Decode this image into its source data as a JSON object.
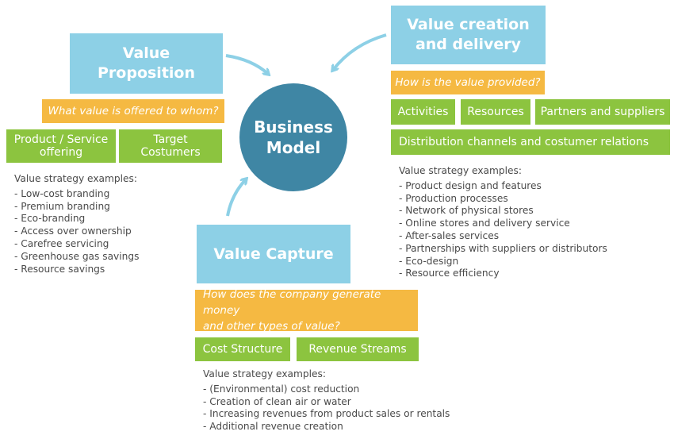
{
  "center": {
    "line1": "Business",
    "line2": "Model"
  },
  "value_proposition": {
    "title_line1": "Value",
    "title_line2": "Proposition",
    "question": "What value is offered to whom?",
    "tags": [
      {
        "line1": "Product / Service",
        "line2": "offering"
      },
      {
        "line1": "Target",
        "line2": "Costumers"
      }
    ],
    "examples_heading": "Value strategy examples:",
    "examples": [
      "Low-cost branding",
      "Premium branding",
      "Eco-branding",
      "Access over ownership",
      "Carefree servicing",
      "Greenhouse gas savings",
      "Resource savings"
    ]
  },
  "value_creation": {
    "title_line1": "Value creation",
    "title_line2": "and delivery",
    "question": "How is the value provided?",
    "tags": [
      "Activities",
      "Resources",
      "Partners and suppliers",
      "Distribution channels and costumer relations"
    ],
    "examples_heading": "Value strategy examples:",
    "examples": [
      "Product design and features",
      "Production processes",
      "Network of physical stores",
      "Online stores and delivery service",
      "After-sales services",
      "Partnerships with suppliers or distributors",
      "Eco-design",
      "Resource efficiency"
    ]
  },
  "value_capture": {
    "title": "Value Capture",
    "question_line1": "How does the company generate money",
    "question_line2": "and other types of value?",
    "tags": [
      "Cost Structure",
      "Revenue Streams"
    ],
    "examples_heading": "Value strategy examples:",
    "examples": [
      "(Environmental) cost reduction",
      "Creation of clean air or water",
      "Increasing revenues from product sales or rentals",
      "Additional revenue creation"
    ]
  },
  "colors": {
    "blue": "#8dd0e6",
    "orange": "#f5b942",
    "green": "#8cc43f",
    "center": "#3f86a4",
    "arrow": "#8dd0e6",
    "text": "#4a4a4a"
  }
}
